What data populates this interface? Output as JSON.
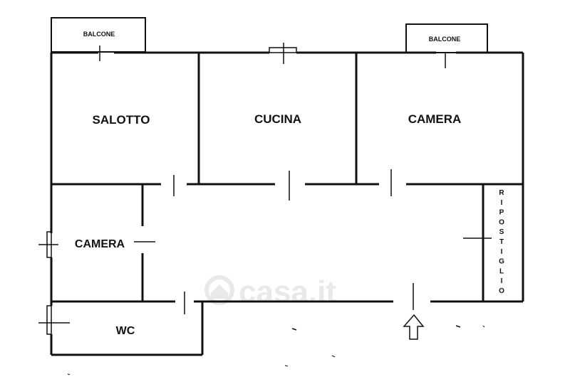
{
  "rooms": {
    "balcone_left": "BALCONE",
    "balcone_right": "BALCONE",
    "salotto": "SALOTTO",
    "cucina": "CUCINA",
    "camera_top": "CAMERA",
    "camera_left": "CAMERA",
    "wc": "WC",
    "ripostiglio": "RIPOSTIGLIO"
  },
  "watermark": "casa.it",
  "colors": {
    "wall": "#111111",
    "background": "#ffffff",
    "watermark": "#e9e9e9"
  },
  "icons": {
    "entrance": "up-arrow-icon",
    "watermark_logo": "house-icon"
  }
}
